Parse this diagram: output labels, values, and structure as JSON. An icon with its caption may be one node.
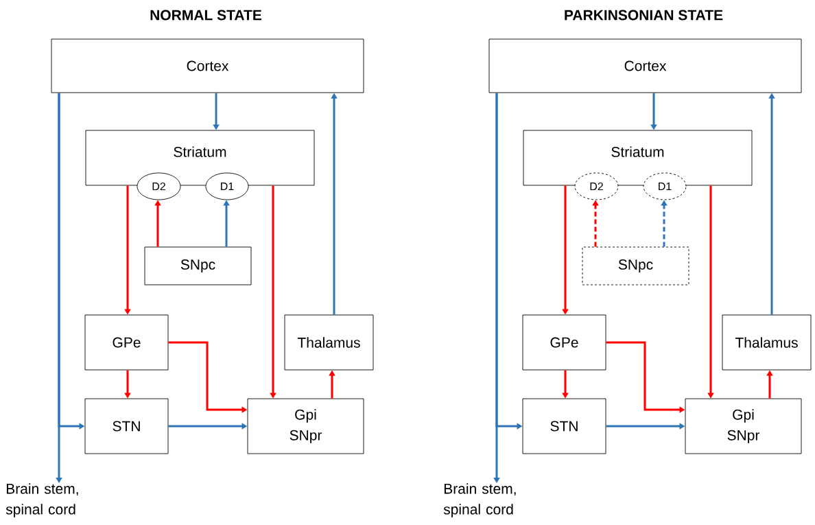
{
  "diagram": {
    "nodes": [
      {
        "text": [
          "Cortex"
        ]
      },
      {
        "text": [
          "Striatum"
        ]
      },
      {
        "text": [
          "D2"
        ]
      },
      {
        "text": [
          "D1"
        ]
      },
      {
        "text": [
          "SNpc"
        ]
      },
      {
        "text": [
          "GPe"
        ]
      },
      {
        "text": [
          "Thalamus"
        ]
      },
      {
        "text": [
          "STN"
        ]
      },
      {
        "text": [
          "Gpi SNpr"
        ]
      },
      {
        "text": [
          "Brain stem, spinal cord"
        ]
      },
      {
        "text": [
          "Cortex"
        ]
      },
      {
        "text": [
          "Striatum"
        ]
      },
      {
        "text": [
          "D2"
        ]
      },
      {
        "text": [
          "D1"
        ]
      },
      {
        "text": [
          "SNpc"
        ]
      },
      {
        "text": [
          "GPe"
        ]
      },
      {
        "text": [
          "Thalamus"
        ]
      },
      {
        "text": [
          "STN"
        ]
      },
      {
        "text": [
          "Gpi SNpr"
        ]
      },
      {
        "text": [
          "Brain stem, spinal cord"
        ]
      }
    ],
    "edges": [
      {
        "from": 0,
        "to": 1,
        "arrow": "to",
        "color": "#2e75b6"
      },
      {
        "from": 0,
        "to": 9,
        "arrow": "to",
        "color": "#2e75b6"
      },
      {
        "from": 0,
        "to": 7,
        "arrow": "to",
        "color": "#2e75b6"
      },
      {
        "from": 6,
        "to": 0,
        "arrow": "to",
        "color": "#2e75b6"
      },
      {
        "from": 4,
        "to": 2,
        "arrow": "to",
        "color": "#ff0000"
      },
      {
        "from": 4,
        "to": 3,
        "arrow": "to",
        "color": "#2e75b6"
      },
      {
        "from": 1,
        "to": 5,
        "arrow": "to",
        "color": "#ff0000"
      },
      {
        "from": 1,
        "to": 8,
        "arrow": "to",
        "color": "#ff0000"
      },
      {
        "from": 5,
        "to": 7,
        "arrow": "to",
        "color": "#ff0000"
      },
      {
        "from": 5,
        "to": 8,
        "arrow": "to",
        "color": "#ff0000"
      },
      {
        "from": 7,
        "to": 8,
        "arrow": "to",
        "color": "#2e75b6"
      },
      {
        "from": 8,
        "to": 6,
        "arrow": "to",
        "color": "#ff0000"
      },
      {
        "from": 10,
        "to": 11,
        "arrow": "to",
        "color": "#2e75b6"
      },
      {
        "from": 10,
        "to": 19,
        "arrow": "to",
        "color": "#2e75b6"
      },
      {
        "from": 10,
        "to": 17,
        "arrow": "to",
        "color": "#2e75b6"
      },
      {
        "from": 16,
        "to": 10,
        "arrow": "to",
        "color": "#2e75b6"
      },
      {
        "from": 14,
        "to": 12,
        "arrow": "to",
        "style": "dashed",
        "color": "#ff0000"
      },
      {
        "from": 14,
        "to": 13,
        "arrow": "to",
        "style": "dashed",
        "color": "#2e75b6"
      },
      {
        "from": 11,
        "to": 15,
        "arrow": "to",
        "color": "#ff0000"
      },
      {
        "from": 11,
        "to": 18,
        "arrow": "to",
        "color": "#ff0000"
      },
      {
        "from": 15,
        "to": 17,
        "arrow": "to",
        "color": "#ff0000"
      },
      {
        "from": 15,
        "to": 18,
        "arrow": "to",
        "color": "#ff0000"
      },
      {
        "from": 17,
        "to": 18,
        "arrow": "to",
        "color": "#2e75b6"
      },
      {
        "from": 18,
        "to": 16,
        "arrow": "to",
        "color": "#ff0000"
      }
    ],
    "labels": [
      "NORMAL STATE",
      "PARKINSONIAN STATE"
    ]
  }
}
